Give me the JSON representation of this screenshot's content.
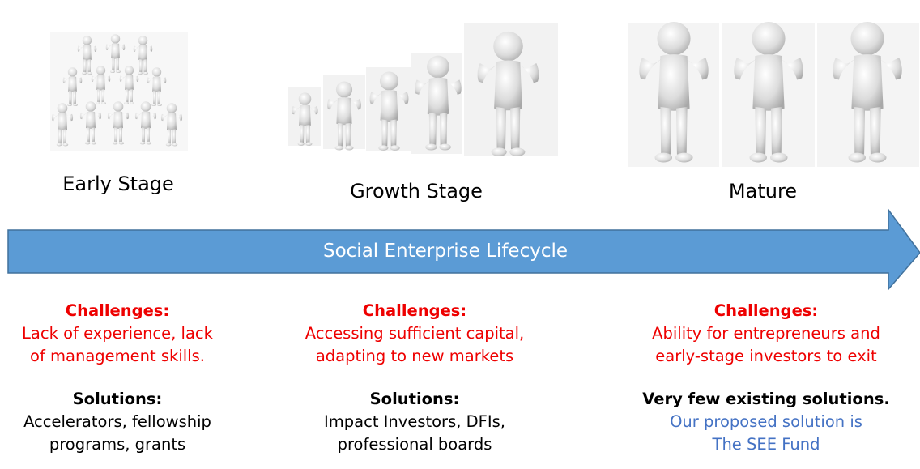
{
  "stages": [
    {
      "label": "Early Stage"
    },
    {
      "label": "Growth Stage"
    },
    {
      "label": "Mature"
    }
  ],
  "lifecycle": {
    "label": "Social Enterprise Lifecycle",
    "color": "#5b9bd5"
  },
  "columns": [
    {
      "challenges_heading": "Challenges:",
      "challenges_lines": [
        "Lack of experience, lack",
        "of management skills."
      ],
      "solutions_heading": "Solutions:",
      "solutions_lines": [
        "Accelerators, fellowship",
        "programs, grants"
      ]
    },
    {
      "challenges_heading": "Challenges:",
      "challenges_lines": [
        "Accessing sufficient capital,",
        "adapting to new markets"
      ],
      "solutions_heading": "Solutions:",
      "solutions_lines": [
        "Impact Investors, DFIs,",
        "professional boards"
      ]
    },
    {
      "challenges_heading": "Challenges:",
      "challenges_lines": [
        "Ability for entrepreneurs and",
        "early-stage investors to exit"
      ],
      "solutions_heading": "Very few existing solutions.",
      "solutions_lines": [
        "Our proposed solution is",
        "The SEE Fund"
      ]
    }
  ],
  "icons": [
    "person-thumbs-up-icon"
  ],
  "colors": {
    "challenge": "#ee0000",
    "proposed": "#4472c4",
    "arrow": "#5b9bd5",
    "figure": "#d9d9d9"
  }
}
